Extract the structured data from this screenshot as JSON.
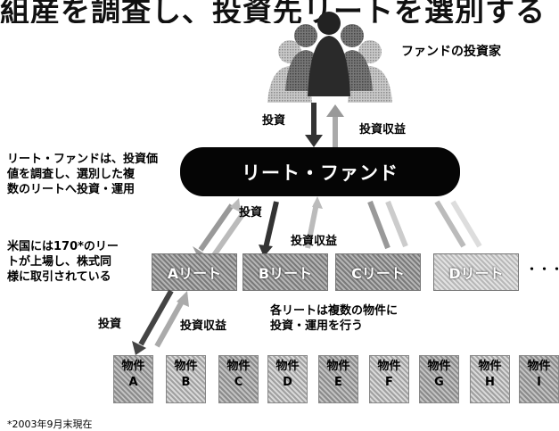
{
  "top_cut_text": "組産を調査し、投資先リートを選別する",
  "investors": {
    "label": "ファンドの投資家"
  },
  "flow": {
    "invest": "投資",
    "return": "投資収益"
  },
  "fund": {
    "label": "リート・ファンド"
  },
  "notes": {
    "fund_desc": [
      "リート・ファンドは、投資価",
      "値を調査し、選別した複",
      "数のリートへ投資・運用"
    ],
    "us_desc": [
      "米国には170*のリー",
      "トが上場し、株式同",
      "様に取引されている"
    ],
    "reit_desc": [
      "各リートは複数の物件に",
      "投資・運用を行う"
    ],
    "footnote": "*2003年9月末現在"
  },
  "reits": [
    {
      "label": "Aリート"
    },
    {
      "label": "Bリート"
    },
    {
      "label": "Cリート"
    },
    {
      "label": "Dリート"
    }
  ],
  "ellipsis": "・・・",
  "properties": [
    {
      "word": "物件",
      "letter": "A"
    },
    {
      "word": "物件",
      "letter": "B"
    },
    {
      "word": "物件",
      "letter": "C"
    },
    {
      "word": "物件",
      "letter": "D"
    },
    {
      "word": "物件",
      "letter": "E"
    },
    {
      "word": "物件",
      "letter": "F"
    },
    {
      "word": "物件",
      "letter": "G"
    },
    {
      "word": "物件",
      "letter": "H"
    },
    {
      "word": "物件",
      "letter": "I"
    }
  ]
}
